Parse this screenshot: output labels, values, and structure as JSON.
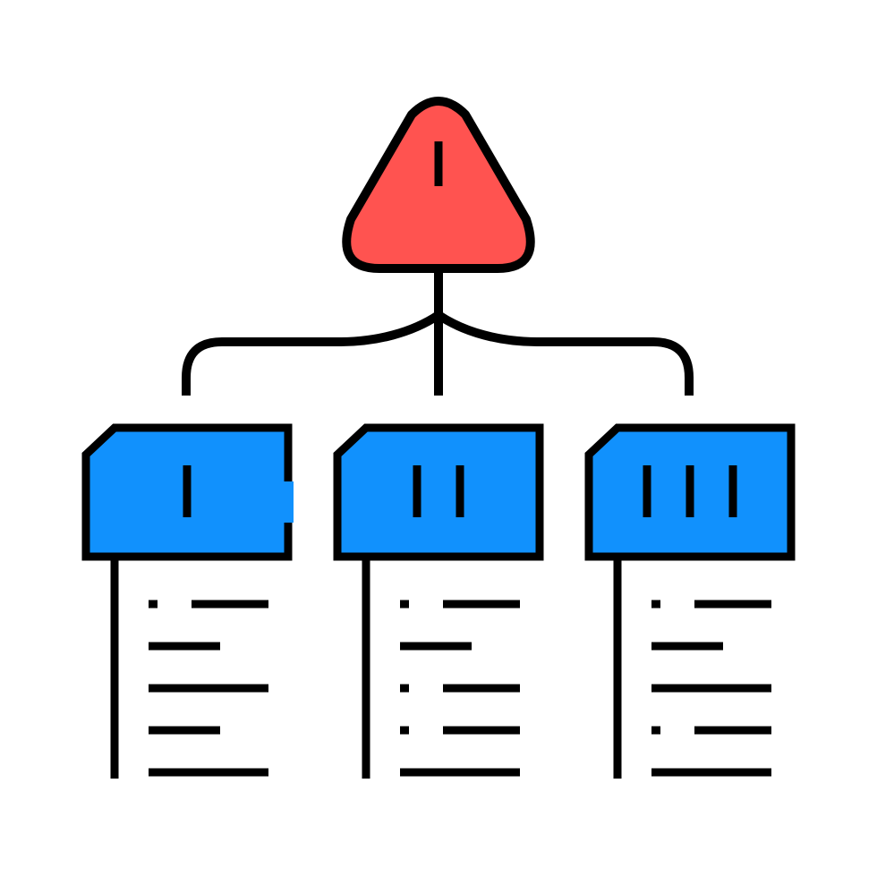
{
  "colors": {
    "stroke": "#000000",
    "root_fill": "#ff5350",
    "node_fill": "#1191fd",
    "background": "#ffffff"
  },
  "icon": "hierarchy-icon",
  "root": {
    "shape": "rounded-triangle",
    "level": 1
  },
  "children": [
    {
      "level": 1,
      "bullet_rows": [
        true,
        false,
        false,
        false,
        false
      ]
    },
    {
      "level": 2,
      "bullet_rows": [
        true,
        false,
        true,
        true,
        false
      ]
    },
    {
      "level": 3,
      "bullet_rows": [
        true,
        false,
        false,
        true,
        false
      ]
    }
  ]
}
